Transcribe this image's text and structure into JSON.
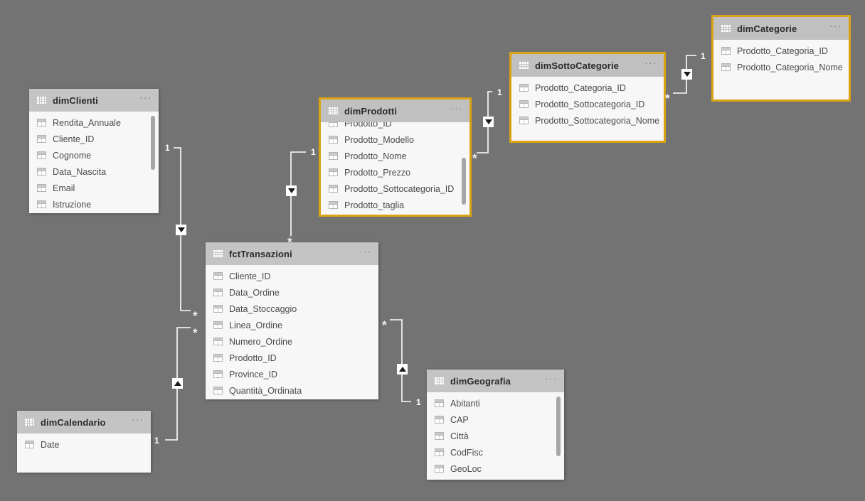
{
  "app": {
    "view": "Power BI model diagram",
    "canvas_color": "#737373",
    "selected_border_color": "#d9a313",
    "header_color": "#c4c4c4",
    "card_color": "#f7f7f7"
  },
  "menu_glyph": "···",
  "tables": [
    {
      "name": "dimClienti",
      "selected": false,
      "scrollbar": true,
      "fields": [
        "Rendita_Annuale",
        "Cliente_ID",
        "Cognome",
        "Data_Nascita",
        "Email",
        "Istruzione"
      ]
    },
    {
      "name": "dimProdotti",
      "selected": true,
      "scrollbar": true,
      "fields": [
        "Prodotto_ID",
        "Prodotto_Modello",
        "Prodotto_Nome",
        "Prodotto_Prezzo",
        "Prodotto_Sottocategoria_ID",
        "Prodotto_taglia"
      ]
    },
    {
      "name": "dimSottoCategorie",
      "selected": true,
      "scrollbar": false,
      "fields": [
        "Prodotto_Categoria_ID",
        "Prodotto_Sottocategoria_ID",
        "Prodotto_Sottocategoria_Nome"
      ]
    },
    {
      "name": "dimCategorie",
      "selected": true,
      "scrollbar": false,
      "fields": [
        "Prodotto_Categoria_ID",
        "Prodotto_Categoria_Nome"
      ]
    },
    {
      "name": "fctTransazioni",
      "selected": false,
      "scrollbar": false,
      "fields": [
        "Cliente_ID",
        "Data_Ordine",
        "Data_Stoccaggio",
        "Linea_Ordine",
        "Numero_Ordine",
        "Prodotto_ID",
        "Province_ID",
        "Quantità_Ordinata"
      ]
    },
    {
      "name": "dimGeografia",
      "selected": false,
      "scrollbar": true,
      "fields": [
        "Abitanti",
        "CAP",
        "Città",
        "CodFisc",
        "GeoLoc"
      ]
    },
    {
      "name": "dimCalendario",
      "selected": false,
      "scrollbar": false,
      "fields": [
        "Date"
      ]
    }
  ],
  "relationships": [
    {
      "from": "dimClienti",
      "to": "fctTransazioni",
      "one": "1",
      "many": "*",
      "direction": "down"
    },
    {
      "from": "dimProdotti",
      "to": "fctTransazioni",
      "one": "1",
      "many": "*",
      "direction": "down"
    },
    {
      "from": "dimSottoCategorie",
      "to": "dimProdotti",
      "one": "1",
      "many": "*",
      "direction": "down"
    },
    {
      "from": "dimCategorie",
      "to": "dimSottoCategorie",
      "one": "1",
      "many": "*",
      "direction": "down"
    },
    {
      "from": "dimCalendario",
      "to": "fctTransazioni",
      "one": "1",
      "many": "*",
      "direction": "up"
    },
    {
      "from": "dimGeografia",
      "to": "fctTransazioni",
      "one": "1",
      "many": "*",
      "direction": "up"
    }
  ],
  "cardinality_labels": {
    "one": "1",
    "many": "*"
  }
}
